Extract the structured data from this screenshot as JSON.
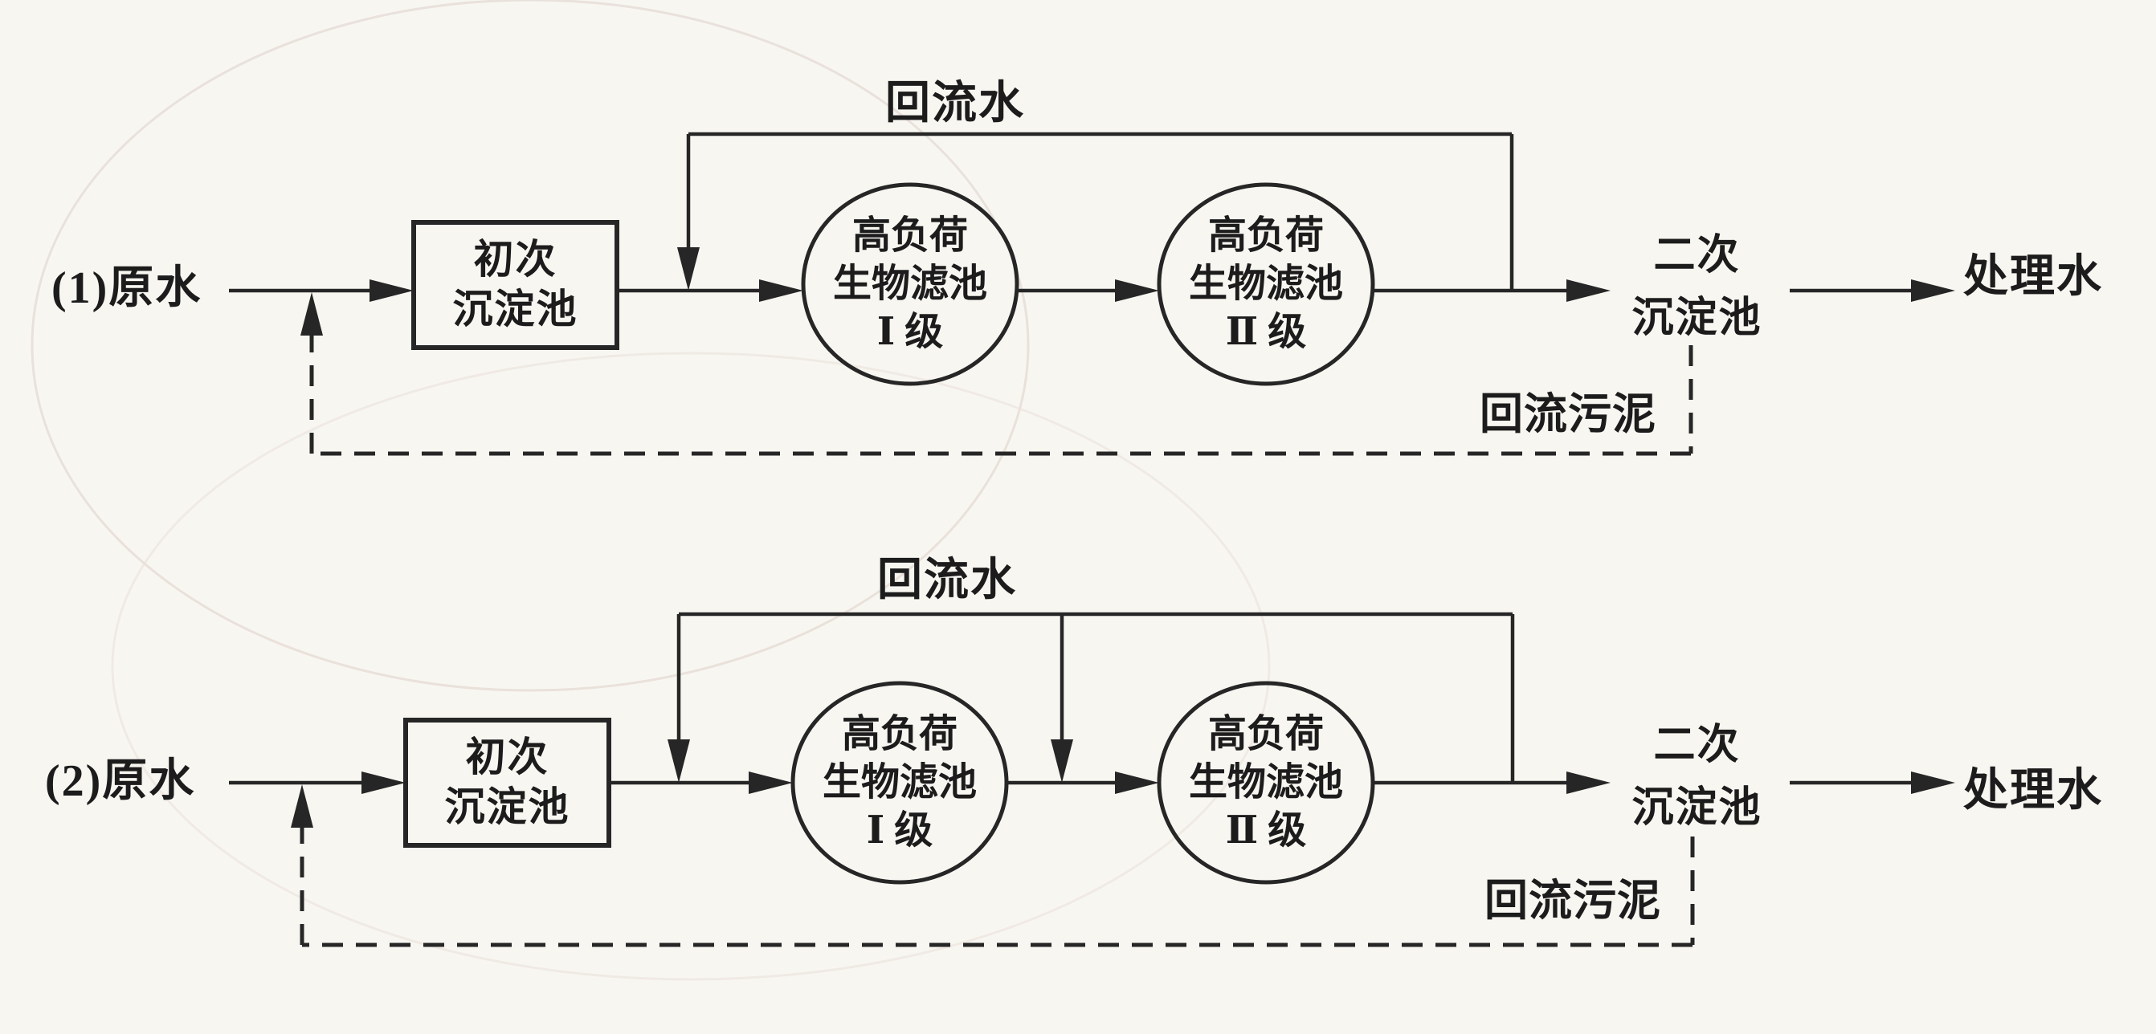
{
  "figure": {
    "background_color": "#f8f6f1",
    "ink_color": "#262626",
    "watermark_color": "#d8c8c0"
  },
  "diagrams": [
    {
      "number": "(1)",
      "source_label": "(1)原水",
      "primary_tank": "初次沉淀池",
      "primary_tank_lines": [
        "初次",
        "沉淀池"
      ],
      "recycle_water_label": "回流水",
      "filter_stage1": "高负荷生物滤池Ⅰ级",
      "filter_stage1_lines": [
        "高负荷",
        "生物滤池",
        "Ⅰ 级"
      ],
      "filter_stage2": "高负荷生物滤池Ⅱ级",
      "filter_stage2_lines": [
        "高负荷",
        "生物滤池",
        "Ⅱ 级"
      ],
      "secondary_tank": "二次沉淀池",
      "secondary_tank_lines": [
        "二次",
        "沉淀池"
      ],
      "return_sludge_label": "回流污泥",
      "output_label": "处理水"
    },
    {
      "number": "(2)",
      "source_label": "(2)原水",
      "primary_tank": "初次沉淀池",
      "primary_tank_lines": [
        "初次",
        "沉淀池"
      ],
      "recycle_water_label": "回流水",
      "filter_stage1": "高负荷生物滤池Ⅰ级",
      "filter_stage1_lines": [
        "高负荷",
        "生物滤池",
        "Ⅰ 级"
      ],
      "filter_stage2": "高负荷生物滤池Ⅱ级",
      "filter_stage2_lines": [
        "高负荷",
        "生物滤池",
        "Ⅱ 级"
      ],
      "secondary_tank": "二次沉淀池",
      "secondary_tank_lines": [
        "二次",
        "沉淀池"
      ],
      "return_sludge_label": "回流污泥",
      "output_label": "处理水"
    }
  ]
}
